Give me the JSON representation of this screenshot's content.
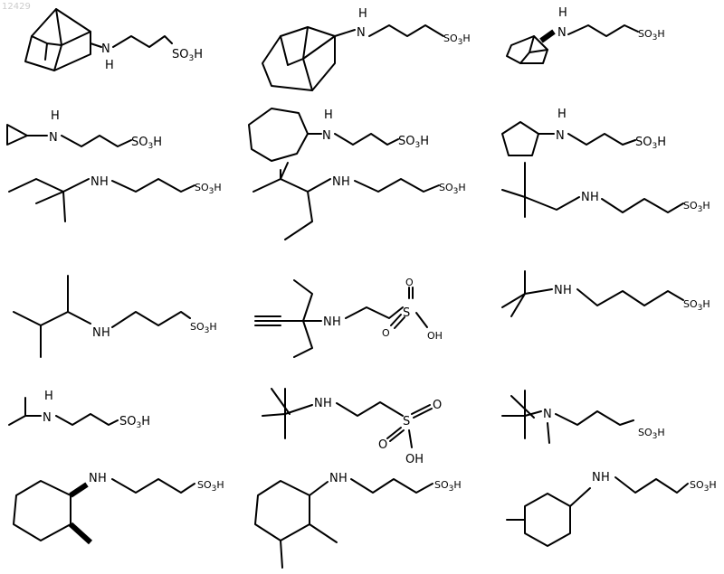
{
  "watermark": "12429",
  "labels": {
    "nh": "N",
    "n": "N",
    "h": "H",
    "so3h_prefix": "SO",
    "so3h_sub": "3",
    "so3h_suffix": "H",
    "s": "S",
    "o": "O",
    "oh": "OH"
  }
}
